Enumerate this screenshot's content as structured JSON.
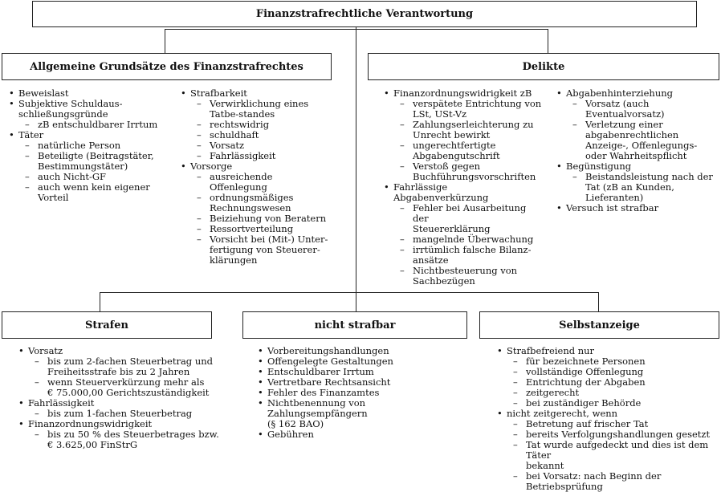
{
  "title": "Finanzstrafrechtliche Verantwortung",
  "boxes": {
    "allgemein": "Allgemeine Grundsätze des Finanzstrafrechtes",
    "delikte": "Delikte",
    "strafen": "Strafen",
    "nicht_strafbar": "nicht strafbar",
    "selbstanzeige": "Selbstanzeige"
  },
  "cols": [
    [
      {
        "t": "Beweislast",
        "s": []
      },
      {
        "t": "Subjektive Schuldaus-\nschließungsgründe",
        "s": [
          "zB entschuldbarer Irrtum"
        ]
      },
      {
        "t": "Täter",
        "s": [
          "natürliche Person",
          "Beteiligte (Beitragstäter,\nBestimmungstäter)",
          "auch Nicht-GF",
          "auch wenn kein eigener Vorteil"
        ]
      }
    ],
    [
      {
        "t": "Strafbarkeit",
        "s": [
          "Verwirklichung eines\nTatbe-standes",
          "rechtswidrig",
          "schuldhaft",
          "Vorsatz",
          "Fahrlässigkeit"
        ]
      },
      {
        "t": "Vorsorge",
        "s": [
          "ausreichende Offenlegung",
          "ordnungsmäßiges\nRechnungswesen",
          "Beiziehung von Beratern",
          "Ressortverteilung",
          "Vorsicht bei (Mit-) Unter-\nfertigung von Steuerer-\nklärungen"
        ]
      }
    ],
    [
      {
        "t": "Finanzordnungswidrigkeit zB",
        "s": [
          "verspätete Entrichtung von\nLSt, USt-Vz",
          "Zahlungserleichterung zu\nUnrecht bewirkt",
          "ungerechtfertigte\nAbgabengutschrift",
          "Verstoß gegen\nBuchführungsvorschriften"
        ]
      },
      {
        "t": "Fahrlässige Abgabenverkürzung",
        "s": [
          "Fehler bei Ausarbeitung der\nSteuererklärung",
          "mangelnde Überwachung",
          "irrtümlich falsche Bilanz-\nansätze",
          "Nichtbesteuerung von\nSachbezügen"
        ]
      }
    ],
    [
      {
        "t": "Abgabenhinterziehung",
        "s": [
          "Vorsatz (auch\nEventualvorsatz)",
          "Verletzung einer\nabgabenrechtlichen\nAnzeige-, Offenlegungs-\noder Wahrheitspflicht"
        ]
      },
      {
        "t": "Begünstigung",
        "s": [
          "Beistandsleistung nach der\nTat (zB an Kunden,\nLieferanten)"
        ]
      },
      {
        "t": "Versuch ist strafbar",
        "s": []
      }
    ],
    [
      {
        "t": "Vorsatz",
        "s": [
          "bis zum 2-fachen Steuerbetrag und\nFreiheitsstrafe bis zu 2 Jahren",
          "wenn Steuerverkürzung mehr als\n€ 75.000,00 Gerichtszuständigkeit"
        ]
      },
      {
        "t": "Fahrlässigkeit",
        "s": [
          "bis zum 1-fachen Steuerbetrag"
        ]
      },
      {
        "t": "Finanzordnungswidrigkeit",
        "s": [
          "bis zu 50 % des Steuerbetrages bzw.\n€ 3.625,00 FinStrG"
        ]
      }
    ],
    [
      {
        "t": "Vorbereitungshandlungen",
        "s": []
      },
      {
        "t": "Offengelegte Gestaltungen",
        "s": []
      },
      {
        "t": "Entschuldbarer Irrtum",
        "s": []
      },
      {
        "t": "Vertretbare Rechtsansicht",
        "s": []
      },
      {
        "t": "Fehler des Finanzamtes",
        "s": []
      },
      {
        "t": "Nichtbenennung von Zahlungsempfängern\n(§ 162 BAO)",
        "s": []
      },
      {
        "t": "Gebühren",
        "s": []
      }
    ],
    [
      {
        "t": "Strafbefreiend nur",
        "s": [
          "für bezeichnete Personen",
          "vollständige Offenlegung",
          "Entrichtung der Abgaben",
          "zeitgerecht",
          "bei zuständiger Behörde"
        ]
      },
      {
        "t": "nicht zeitgerecht, wenn",
        "s": [
          "Betretung auf frischer Tat",
          "bereits Verfolgungshandlungen gesetzt",
          "Tat wurde aufgedeckt und dies ist dem Täter\nbekannt",
          "bei Vorsatz: nach Beginn der Betriebsprüfung"
        ]
      }
    ]
  ]
}
